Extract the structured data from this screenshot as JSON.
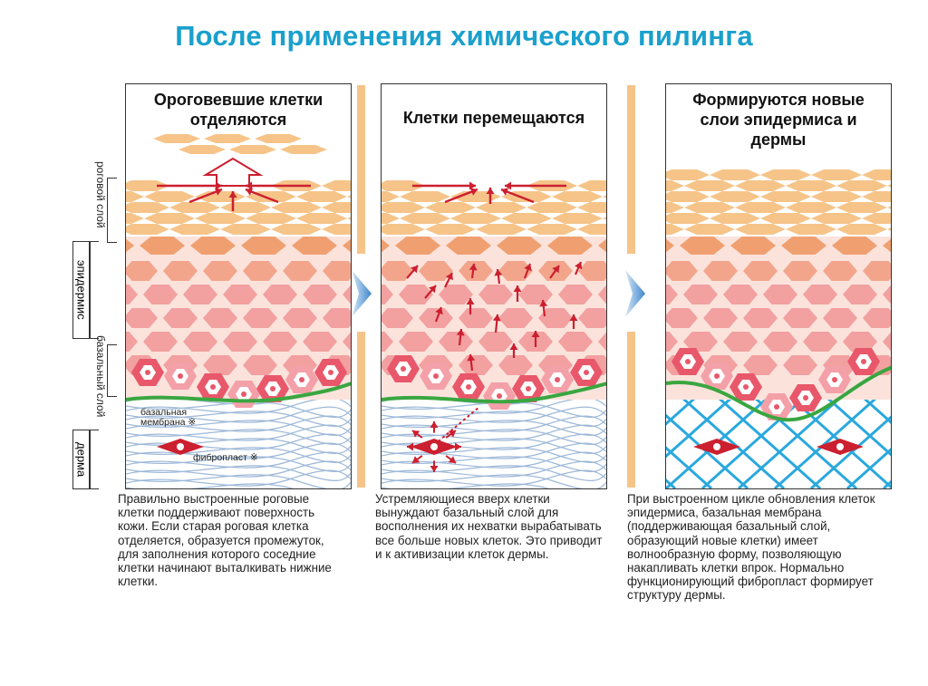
{
  "title": "После применения химического пилинга",
  "panels": [
    {
      "heading": "Ороговевшие клетки отделяются",
      "description": "Правильно выстроенные роговые клетки поддерживают поверхность кожи. Если старая роговая клетка отделяется, образуется промежуток, для заполнения которого соседние клетки начинают выталкивать нижние клетки."
    },
    {
      "heading": "Клетки перемещаются",
      "description": "Устремляющиеся вверх клетки вынуждают базальный слой для восполнения их нехватки вырабатывать все больше новых клеток. Это приводит и к активизации клеток дермы."
    },
    {
      "heading": "Формируются новые слои эпидермиса и дермы",
      "description": "При выстроенном цикле обновления клеток эпидермиса, базальная мембрана (поддерживающая базальный слой, образующий новые клетки) имеет волнообразную форму, позволяющую накапливать клетки впрок. Нормально функционирующий фибропласт формирует структуру дермы."
    }
  ],
  "side_labels": {
    "horny_layer": "роговой слой",
    "epidermis": "эпидермис",
    "basal_layer": "базальный слой",
    "dermis": "дерма"
  },
  "annotations": {
    "basal_membrane": "базальная мембрана",
    "basal_membrane_mark": "※",
    "fibroblast": "фибропласт",
    "fibroblast_mark": "※"
  },
  "colors": {
    "title": "#1aa0cc",
    "horny_cells": "#f6c489",
    "upper_cells": "#f0a070",
    "spinous_cells": "#f2a0a0",
    "basal_cells": "#e8586a",
    "membrane": "#3aa640",
    "dermis_fibers": "#9db8d8",
    "dermis_grid_new": "#2aa8dd",
    "arrows": "#cc1f2f",
    "separator": "#f6c489",
    "chevron": "#6aa9de"
  }
}
